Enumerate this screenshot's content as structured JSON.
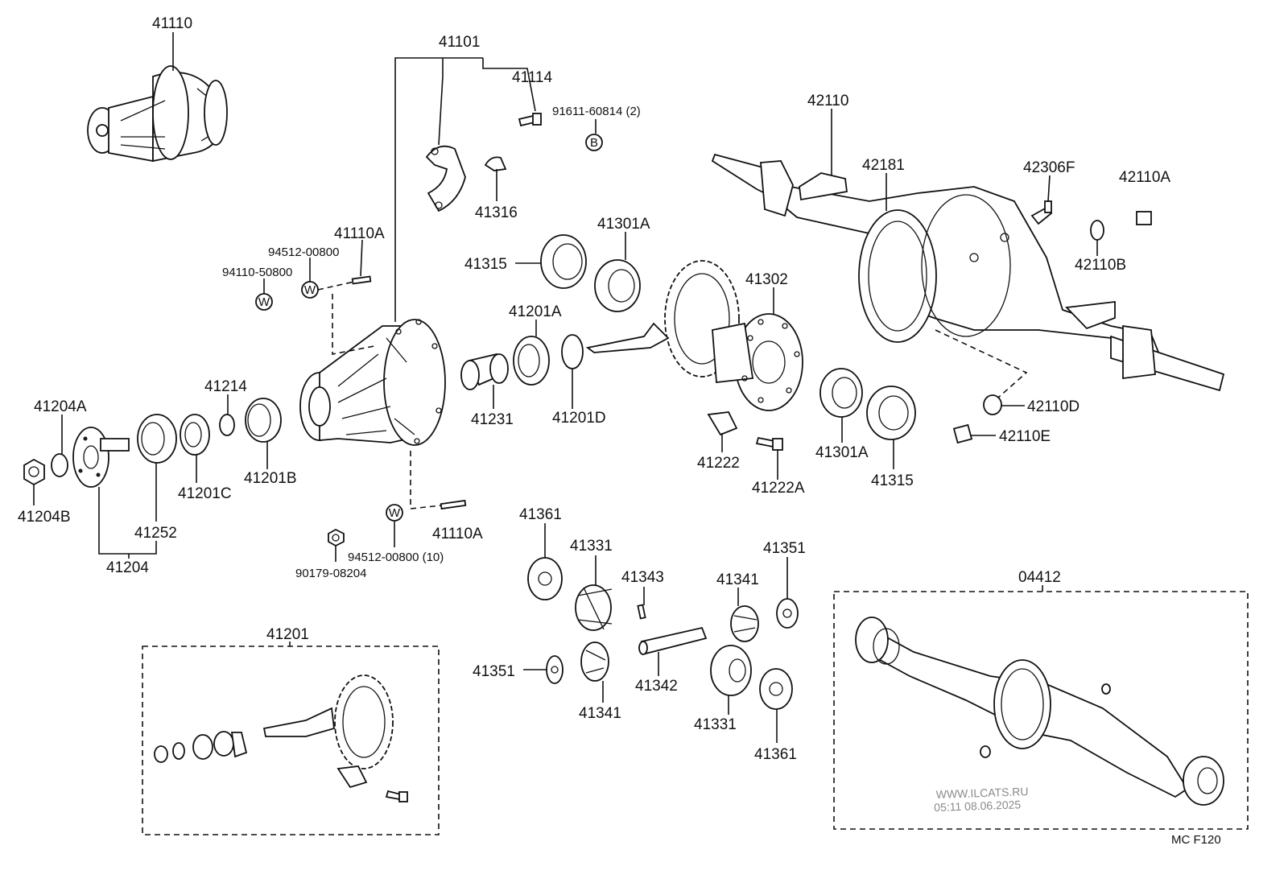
{
  "diagram": {
    "labels": {
      "p41110": "41110",
      "p41101": "41101",
      "p41114": "41114",
      "p91611": "91611-60814 (2)",
      "p41316": "41316",
      "p41110A_top": "41110A",
      "p94512_top": "94512-00800",
      "p94110": "94110-50800",
      "p41315_top": "41315",
      "p41301A_top": "41301A",
      "p41201A": "41201A",
      "p41302": "41302",
      "p42110": "42110",
      "p42181": "42181",
      "p42306F": "42306F",
      "p42110A": "42110A",
      "p42110B": "42110B",
      "p41204A": "41204A",
      "p41214": "41214",
      "p41231": "41231",
      "p41201D": "41201D",
      "p41222": "41222",
      "p41222A": "41222A",
      "p41301A_bot": "41301A",
      "p41315_bot": "41315",
      "p42110D": "42110D",
      "p42110E": "42110E",
      "p41204B": "41204B",
      "p41201C": "41201C",
      "p41201B": "41201B",
      "p41252": "41252",
      "p41204": "41204",
      "p41110A_bot": "41110A",
      "p94512_bot": "94512-00800 (10)",
      "p90179": "90179-08204",
      "p41361_top": "41361",
      "p41331_top": "41331",
      "p41343": "41343",
      "p41341_right": "41341",
      "p41351_right": "41351",
      "p41351_left": "41351",
      "p41342": "41342",
      "p41341_bot": "41341",
      "p41331_bot": "41331",
      "p41361_bot": "41361",
      "p41201_box": "41201",
      "p04412": "04412"
    },
    "markers": {
      "b": "B",
      "w": "W"
    },
    "watermark": {
      "line1": "WWW.ILCATS.RU",
      "line2": "05:11 08.06.2025"
    },
    "code": "MC  F120"
  }
}
